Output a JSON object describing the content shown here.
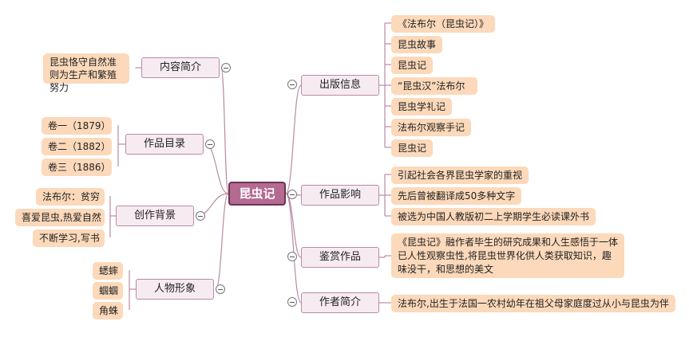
{
  "center": {
    "label": "昆虫记"
  },
  "right": [
    {
      "label": "出版信息",
      "leaves": [
        "《法布尔（昆虫记）》",
        "昆虫故事",
        "昆虫记",
        "“昆虫汉”法布尔",
        "昆虫学礼记",
        "法布尔观察手记",
        "昆虫记"
      ]
    },
    {
      "label": "作品影响",
      "leaves": [
        "引起社会各界昆虫学家的重视",
        "先后曾被翻译成50多种文字",
        "被选为中国人教版初二上学期学生必读课外书"
      ]
    },
    {
      "label": "鉴赏作品",
      "leaves": [
        "《昆虫记》融作者毕生的研究成果和人生感悟于一体已人性观察虫性,将昆虫世界化供人类获取知识，趣味没干，和思想的美文"
      ]
    },
    {
      "label": "作者简介",
      "leaves": [
        "法布尔,出生于法国一农村幼年在祖父母家庭度过从小与昆虫为伴"
      ]
    }
  ],
  "left": [
    {
      "label": "内容简介",
      "leaves": [
        "昆虫恪守自然准则为生产和繁殖努力"
      ]
    },
    {
      "label": "作品目录",
      "leaves": [
        "卷一（1879）",
        "卷二（1882）",
        "卷三（1886）"
      ]
    },
    {
      "label": "创作背景",
      "leaves": [
        "法布尔：贫穷",
        "喜爱昆虫,热爱自然",
        "不断学习,写书"
      ]
    },
    {
      "label": "人物形象",
      "leaves": [
        "蟋蟀",
        "蝈蝈",
        "角蛛"
      ]
    }
  ],
  "colors": {
    "line": "#b98aa5",
    "leaf_fill": "#fcd9ba",
    "branch_fill": "#f7ebf2",
    "center_fill": "#b46a91",
    "center_border": "#6b3550"
  }
}
